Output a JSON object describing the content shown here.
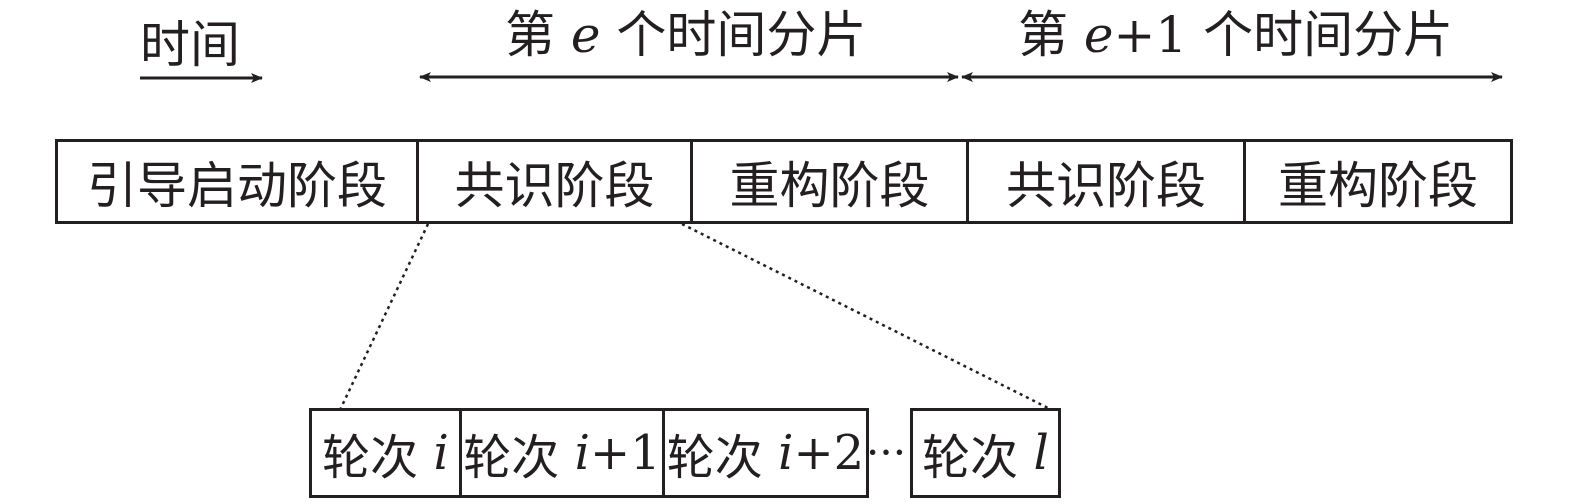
{
  "time_label": "时间",
  "slices": [
    {
      "prefix": "第",
      "var": "e",
      "suffix": "",
      "tail": "个时间分片"
    },
    {
      "prefix": "第",
      "var": "e",
      "suffix": "+1",
      "tail": "个时间分片"
    }
  ],
  "stages": [
    "引导启动阶段",
    "共识阶段",
    "重构阶段",
    "共识阶段",
    "重构阶段"
  ],
  "rounds": [
    {
      "word": "轮次",
      "var": "i",
      "suffix": ""
    },
    {
      "word": "轮次",
      "var": "i",
      "suffix": "+1"
    },
    {
      "word": "轮次",
      "var": "i",
      "suffix": "+2"
    },
    {
      "word": "轮次",
      "var": "l",
      "suffix": ""
    }
  ],
  "ellipsis": "···",
  "colors": {
    "ink": "#231f20",
    "background": "#ffffff"
  }
}
